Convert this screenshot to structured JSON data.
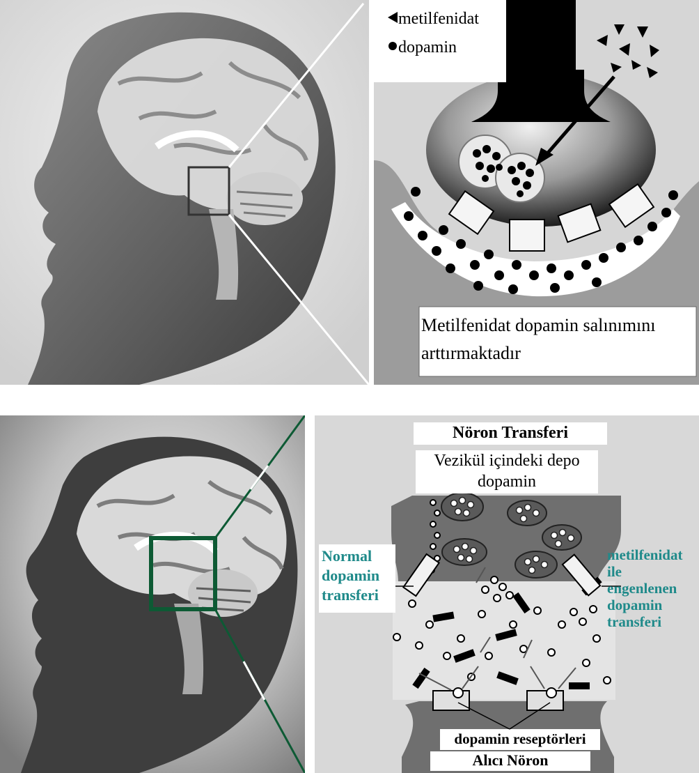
{
  "top": {
    "legend": {
      "metilfenidat": "metilfenidat",
      "dopamin": "dopamin"
    },
    "caption_line1": "Metilfenidat dopamin salınımını",
    "caption_line2": "arttırmaktadır"
  },
  "bottom": {
    "title": "Nöron Transferi",
    "vesicle_label_line1": "Vezikül içindeki depo",
    "vesicle_label_line2": "dopamin",
    "normal_label": [
      "Normal",
      "dopamin",
      "transferi"
    ],
    "blocked_label": [
      "metilfenidat",
      "ile",
      "engenlenen",
      "dopamin",
      "transferi"
    ],
    "receptor_label": "dopamin reseptörleri",
    "receiver_label": "Alıcı Nöron"
  },
  "colors": {
    "teal_text": "#1f8a8a",
    "green_box": "#0d5a34",
    "panel_gray": "#d8d8d8",
    "dark_gray": "#6f6f6f"
  }
}
